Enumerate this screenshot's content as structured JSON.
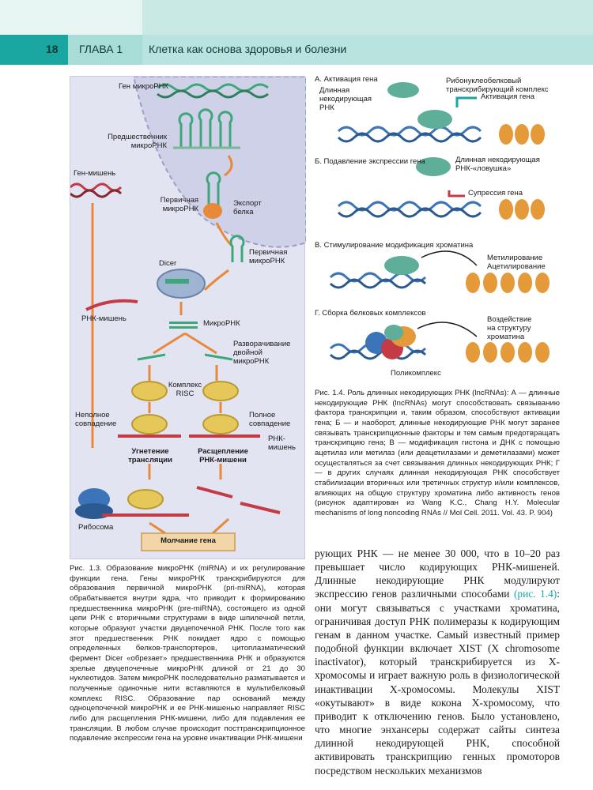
{
  "header": {
    "page_number": "18",
    "chapter_label": "ГЛАВА  1",
    "chapter_title": "Клетка как основа здоровья и болезни"
  },
  "figure_left": {
    "labels": {
      "gene_mirna": "Ген микроРНК",
      "precursor": "Предшественник\nмикроРНК",
      "target_gene": "Ген-мишень",
      "primary_mirna": "Первичная\nмикроРНК",
      "protein_export": "Экспорт\nбелка",
      "primary_mirna2": "Первичная\nмикроРНК",
      "dicer": "Dicer",
      "target_rna": "РНК-мишень",
      "mirna": "МикроРНК",
      "unwinding": "Разворачивание\nдвойной\nмикроРНК",
      "risc": "Комплекс\nRISC",
      "partial": "Неполное\nсовпадение",
      "full": "Полное\nсовпадение",
      "rna_target2": "РНК-\nмишень",
      "translation_inhibition": "Угнетение\nтрансляции",
      "cleavage": "Расщепление\nРНК-мишени",
      "ribosome": "Рибосома",
      "silencing": "Молчание гена"
    },
    "caption": "Рис. 1.3. Образование микроРНК (miRNA) и их регулирование функции гена. Гены микроРНК транскрибируются для образования первичной микроРНК (pri-miRNA), которая обрабатывается внутри ядра, что приводит к формированию предшественника микроРНК (pre-miRNA), состоящего из одной цепи РНК с вторичными структурами в виде шпилечной петли, которые образуют участки двуцепочечной РНК. После того как этот предшественник РНК покидает ядро с помощью определенных белков-транспортеров, цитоплазматический фермент Dicer «обрезает» предшественника РНК и образуются зрелые двуцепочечные микроРНК длиной от 21 до 30 нуклеотидов. Затем микроРНК последовательно разматывается и полученные одиночные нити вставляются в мультибелковый комплекс RISC. Образование пар оснований между одноцепочечной микроРНК и ее РНК-мишенью направляет RISC либо для расщепления РНК-мишени, либо для подавления ее трансляции. В любом случае происходит посттранскрипционное подавление экспрессии гена на уровне инактивации РНК-мишени"
  },
  "figure_right": {
    "labels": {
      "a_title": "А. Активация гена",
      "a_lnc": "Длинная\nнекодирующая\nРНК",
      "a_complex": "Рибонуклеобелковый\nтранскрибирующий комплекс",
      "a_activation": "Активация гена",
      "b_title": "Б. Подавление экспрессии гена",
      "b_lnc": "Длинная некодирующая\nРНК-«ловушка»",
      "b_suppression": "Супрессия гена",
      "v_title": "В. Стимулирование модификация хроматина",
      "v_mod": "Метилирование\nАцетилирование",
      "g_title": "Г. Сборка белковых комплексов",
      "g_effect": "Воздействие\nна структуру\nхроматина",
      "g_poly": "Поликомплекс"
    },
    "caption": "Рис. 1.4. Роль длинных некодирующих РНК (lncRNAs): А — длинные некодирующие РНК (lncRNAs) могут способствовать связыванию фактора транскрипции и, таким образом, способствуют активации гена; Б — и наоборот, длинные некодирующие РНК могут заранее связывать транскрипционные факторы и тем самым предотвращать транскрипцию гена; В — модификация гистона и ДНК с помощью ацетилаз или метилаз (или деацетилазами и деметилазами) может осуществляться за счет связывания длинных некодирующих РНК; Г — в других случаях длинная некодирующая РНК способствует стабилизации вторичных или третичных структур и/или комплексов, влияющих на общую структуру хроматина либо активность генов (рисунок адаптирован из Wang K.C., Chang H.Y. Molecular mechanisms of long noncoding RNAs // Mol Cell. 2011. Vol. 43. P. 904)"
  },
  "body": {
    "part1": "рующих РНК — не менее 30 000, что в 10–20 раз превышает число кодирующих РНК-мишеней. Длинные некодирующие РНК модулируют экспрессию генов различными способами ",
    "ref": "(рис. 1.4)",
    "part2": ": они могут связываться с участками хроматина, ограничивая доступ РНК полимеразы к кодирующим генам в данном участке. Самый известный пример подобной функции включает XIST (X chromosome inactivator), который транскрибируется из X-хромосомы и играет важную роль в физиологической инактивации X-хромосомы. Молекулы XIST «окутывают» в виде кокона X-хромосому, что приводит к отключению генов. Было установлено, что многие энхансеры содержат сайты синтеза длинной некодирующей РНК, способной активировать транскрипцию генных промоторов посредством нескольких механизмов"
  },
  "colors": {
    "teal_dark": "#1aa6a0",
    "teal_light": "#b9e3de",
    "arrow_orange": "#e8893a",
    "rna_green": "#3ea77a",
    "risc_yellow": "#e6c85a"
  }
}
